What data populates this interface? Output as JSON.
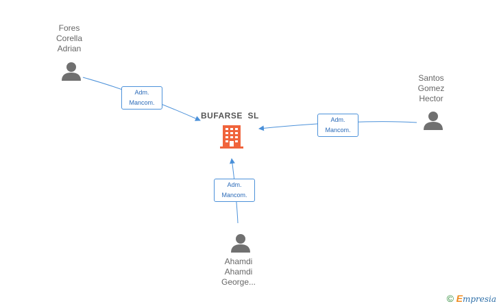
{
  "company": {
    "name": "BUFARSE  SL",
    "icon": "building-icon",
    "color": "#f0643c"
  },
  "persons": {
    "fores": {
      "lines": [
        "Fores",
        "Corella",
        "Adrian"
      ],
      "icon": "person-icon"
    },
    "santos": {
      "lines": [
        "Santos",
        "Gomez",
        "Hector"
      ],
      "icon": "person-icon"
    },
    "ahamdi": {
      "lines": [
        "Ahamdi",
        "Ahamdi",
        "George..."
      ],
      "icon": "person-icon"
    }
  },
  "edges": {
    "fores": {
      "line1": "Adm.",
      "line2": "Mancom."
    },
    "santos": {
      "line1": "Adm.",
      "line2": "Mancom."
    },
    "ahamdi": {
      "line1": "Adm.",
      "line2": "Mancom."
    }
  },
  "colors": {
    "edge": "#4a90d9",
    "person": "#707070"
  },
  "watermark": {
    "copyright": "©",
    "brand_initial": "E",
    "brand_rest": "mpresia"
  }
}
